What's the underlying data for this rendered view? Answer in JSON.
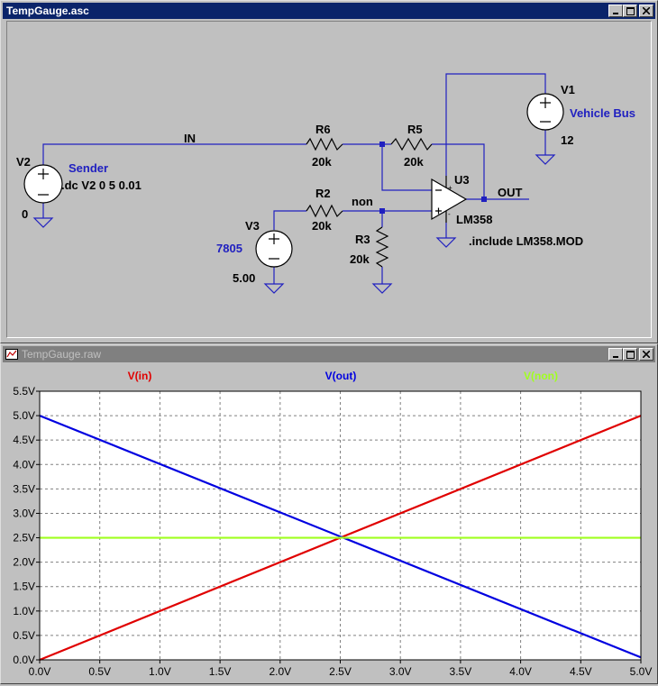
{
  "schematic_window": {
    "title": "TempGauge.asc",
    "labels": {
      "v2": "V2",
      "sender": "Sender",
      "dc_cmd": ".dc V2 0 5 0.01",
      "v2_val": "0",
      "in": "IN",
      "r6": "R6",
      "r6_val": "20k",
      "r5": "R5",
      "r5_val": "20k",
      "v1": "V1",
      "vehicle_bus": "Vehicle Bus",
      "v1_val": "12",
      "u3": "U3",
      "out": "OUT",
      "lm358": "LM358",
      "include": ".include LM358.MOD",
      "r2": "R2",
      "r2_val": "20k",
      "non": "non",
      "v3": "V3",
      "v3_name": "7805",
      "v3_val": "5.00",
      "r3": "R3",
      "r3_val": "20k"
    }
  },
  "plot_window": {
    "title": "TempGauge.raw",
    "chart_data": {
      "type": "line",
      "grid": true,
      "legend": "top",
      "xlim": [
        0,
        5
      ],
      "ylim": [
        0,
        5.5
      ],
      "xticks": [
        "0.0V",
        "0.5V",
        "1.0V",
        "1.5V",
        "2.0V",
        "2.5V",
        "3.0V",
        "3.5V",
        "4.0V",
        "4.5V",
        "5.0V"
      ],
      "yticks": [
        "0.0V",
        "0.5V",
        "1.0V",
        "1.5V",
        "2.0V",
        "2.5V",
        "3.0V",
        "3.5V",
        "4.0V",
        "4.5V",
        "5.0V",
        "5.5V"
      ],
      "series": [
        {
          "name": "V(in)",
          "color": "#e00000",
          "x": [
            0,
            5
          ],
          "y": [
            0,
            5
          ]
        },
        {
          "name": "V(out)",
          "color": "#0000e0",
          "x": [
            0,
            5
          ],
          "y": [
            5.0,
            0.05
          ]
        },
        {
          "name": "V(non)",
          "color": "#a0ff20",
          "x": [
            0,
            5
          ],
          "y": [
            2.5,
            2.5
          ]
        }
      ]
    }
  }
}
